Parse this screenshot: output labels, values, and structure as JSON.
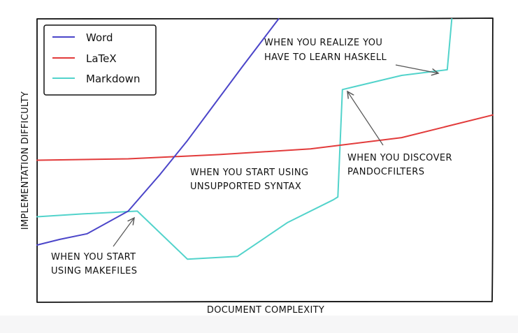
{
  "chart_data": {
    "type": "line",
    "title": "",
    "xlabel": "DOCUMENT COMPLEXITY",
    "ylabel": "IMPLEMENTATION DIFFICULTY",
    "xlim": [
      0,
      100
    ],
    "ylim": [
      0,
      100
    ],
    "grid": false,
    "legend_position": "top-left",
    "series": [
      {
        "name": "Word",
        "color": "#4b45c9",
        "x": [
          0,
          5,
          11,
          20,
          27,
          33,
          39,
          45,
          53
        ],
        "y": [
          20,
          22,
          24,
          32,
          45,
          57,
          70,
          83,
          100
        ]
      },
      {
        "name": "LaTeX",
        "color": "#e23b3b",
        "x": [
          0,
          20,
          40,
          60,
          80,
          100
        ],
        "y": [
          50,
          50.5,
          52,
          54,
          58,
          66
        ]
      },
      {
        "name": "Markdown",
        "color": "#52d3cb",
        "x": [
          0,
          10,
          22,
          33,
          44,
          55,
          65,
          66,
          67,
          80,
          90,
          91
        ],
        "y": [
          30,
          31,
          32,
          15,
          16,
          28,
          36,
          37,
          75,
          80,
          82,
          100
        ]
      }
    ],
    "annotations": [
      {
        "id": "makefiles",
        "lines": [
          "WHEN YOU START",
          "USING MAKEFILES"
        ],
        "target": [
          22,
          32
        ]
      },
      {
        "id": "unsupported",
        "lines": [
          "WHEN YOU START USING",
          "UNSUPPORTED SYNTAX"
        ],
        "target": [
          66,
          37
        ]
      },
      {
        "id": "pandocfilters",
        "lines": [
          "WHEN YOU DISCOVER",
          "PANDOCFILTERS"
        ],
        "target": [
          67,
          76
        ]
      },
      {
        "id": "haskell",
        "lines": [
          "WHEN YOU REALIZE YOU",
          "HAVE TO LEARN HASKELL"
        ],
        "target": [
          90,
          82
        ]
      }
    ]
  }
}
